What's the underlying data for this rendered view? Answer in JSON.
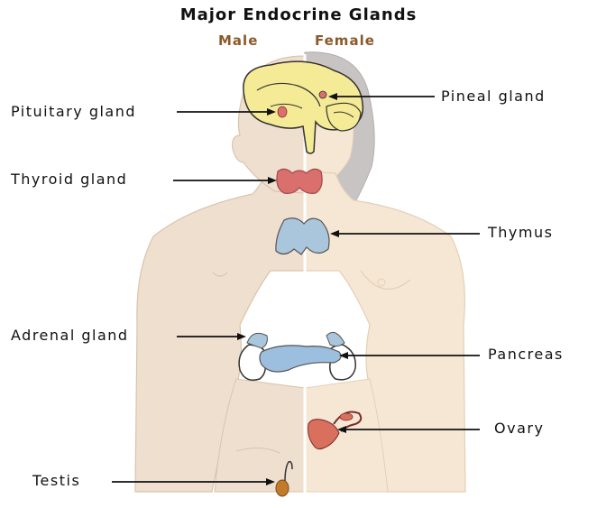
{
  "title": "Major Endocrine Glands",
  "subtitles": {
    "male": "Male",
    "female": "Female"
  },
  "labels": {
    "pituitary": "Pituitary gland",
    "pineal": "Pineal gland",
    "thyroid": "Thyroid gland",
    "thymus": "Thymus",
    "adrenal": "Adrenal gland",
    "pancreas": "Pancreas",
    "ovary": "Ovary",
    "testis": "Testis"
  },
  "colors": {
    "male_skin": "#efdfcf",
    "female_skin": "#f6e7d4",
    "hair": "#c8c4c4",
    "brain": "#f5ea96",
    "thyroid": "#d9706e",
    "thymus": "#a9c6dd",
    "pancreas": "#9cbfe0",
    "ovary": "#d9705e",
    "testis": "#c27a2c",
    "subtitle": "#8a5a2b"
  }
}
